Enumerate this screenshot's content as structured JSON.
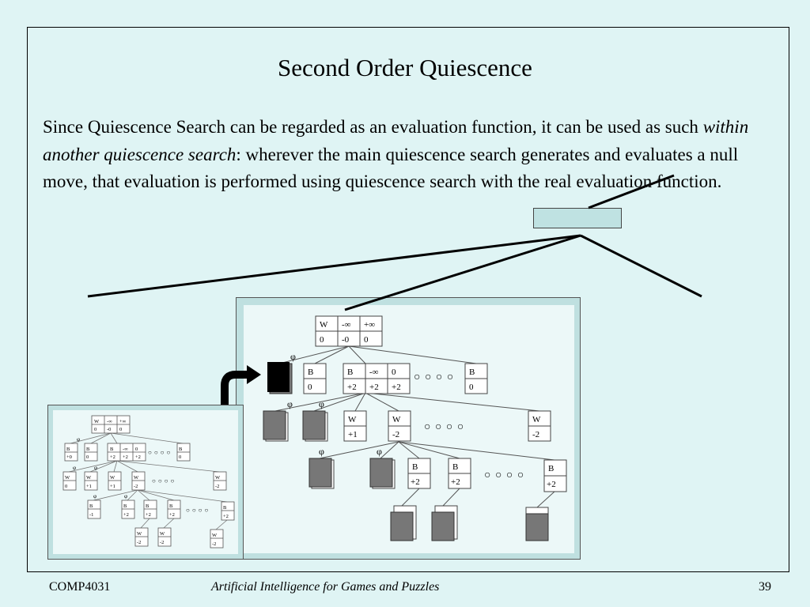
{
  "slide": {
    "title": "Second Order Quiescence",
    "paragraph_before": "Since Quiescence Search can be regarded as an evaluation function, it can be used as such ",
    "paragraph_emphasis": "within another quiescence search",
    "paragraph_after": ": wherever the main quiescence search generates and evaluates a null move, that evaluation is performed using quiescence search with the real evaluation function."
  },
  "footer": {
    "course": "COMP4031",
    "subtitle": "Artificial Intelligence for Games and Puzzles",
    "page": "39"
  },
  "tree": {
    "null_move_symbol": "φ",
    "ellipsis": "○ ○ ○ ○",
    "root": {
      "player": "W",
      "alpha": "-∞",
      "beta": "+∞",
      "values": [
        "0",
        "-0",
        "0"
      ]
    },
    "level1_first": {
      "player": "B",
      "value": "0"
    },
    "level1_mid": {
      "player": "B",
      "alpha": "-∞",
      "beta": "0",
      "values": [
        "+2",
        "+2",
        "+2"
      ]
    },
    "level1_last": {
      "player": "B",
      "value": "0"
    },
    "level2_a": {
      "player": "W",
      "value": "+1"
    },
    "level2_b": {
      "player": "W",
      "value": "-2"
    },
    "level2_last": {
      "player": "W",
      "value": "-2"
    },
    "level3_a": {
      "player": "B",
      "value": "+2"
    },
    "level3_b": {
      "player": "B",
      "value": "+2"
    },
    "level3_last": {
      "player": "B",
      "value": "+2"
    }
  },
  "small_tree": {
    "root": {
      "player": "W",
      "alpha": "-∞",
      "beta": "+∞",
      "values": [
        "0",
        "-0",
        "0"
      ]
    },
    "l1": [
      {
        "player": "B",
        "value": "+0"
      },
      {
        "player": "B",
        "value": "0"
      },
      {
        "player": "B",
        "alpha": "-∞",
        "beta": "0",
        "values": [
          "+2",
          "+2",
          "+2"
        ]
      },
      {
        "player": "B",
        "value": "0"
      }
    ],
    "l2": [
      {
        "player": "W",
        "value": "0"
      },
      {
        "player": "W",
        "value": "+1"
      },
      {
        "player": "W",
        "value": "+1"
      },
      {
        "player": "W",
        "value": "-2"
      },
      {
        "player": "W",
        "value": "-2"
      }
    ],
    "l3": [
      {
        "player": "B",
        "value": "-1"
      },
      {
        "player": "B",
        "value": "+2"
      },
      {
        "player": "B",
        "value": "+2"
      },
      {
        "player": "B",
        "value": "+2"
      },
      {
        "player": "B",
        "value": "+2"
      }
    ],
    "l4": [
      {
        "player": "W",
        "value": "-2"
      },
      {
        "player": "W",
        "value": "-2"
      },
      {
        "player": "W",
        "value": "-2"
      }
    ]
  },
  "colors": {
    "background": "#dff4f4",
    "panel": "#bfe0e0",
    "node_fill": "#ffffff",
    "leaf_fill": "#777777",
    "black_leaf": "#000000"
  }
}
